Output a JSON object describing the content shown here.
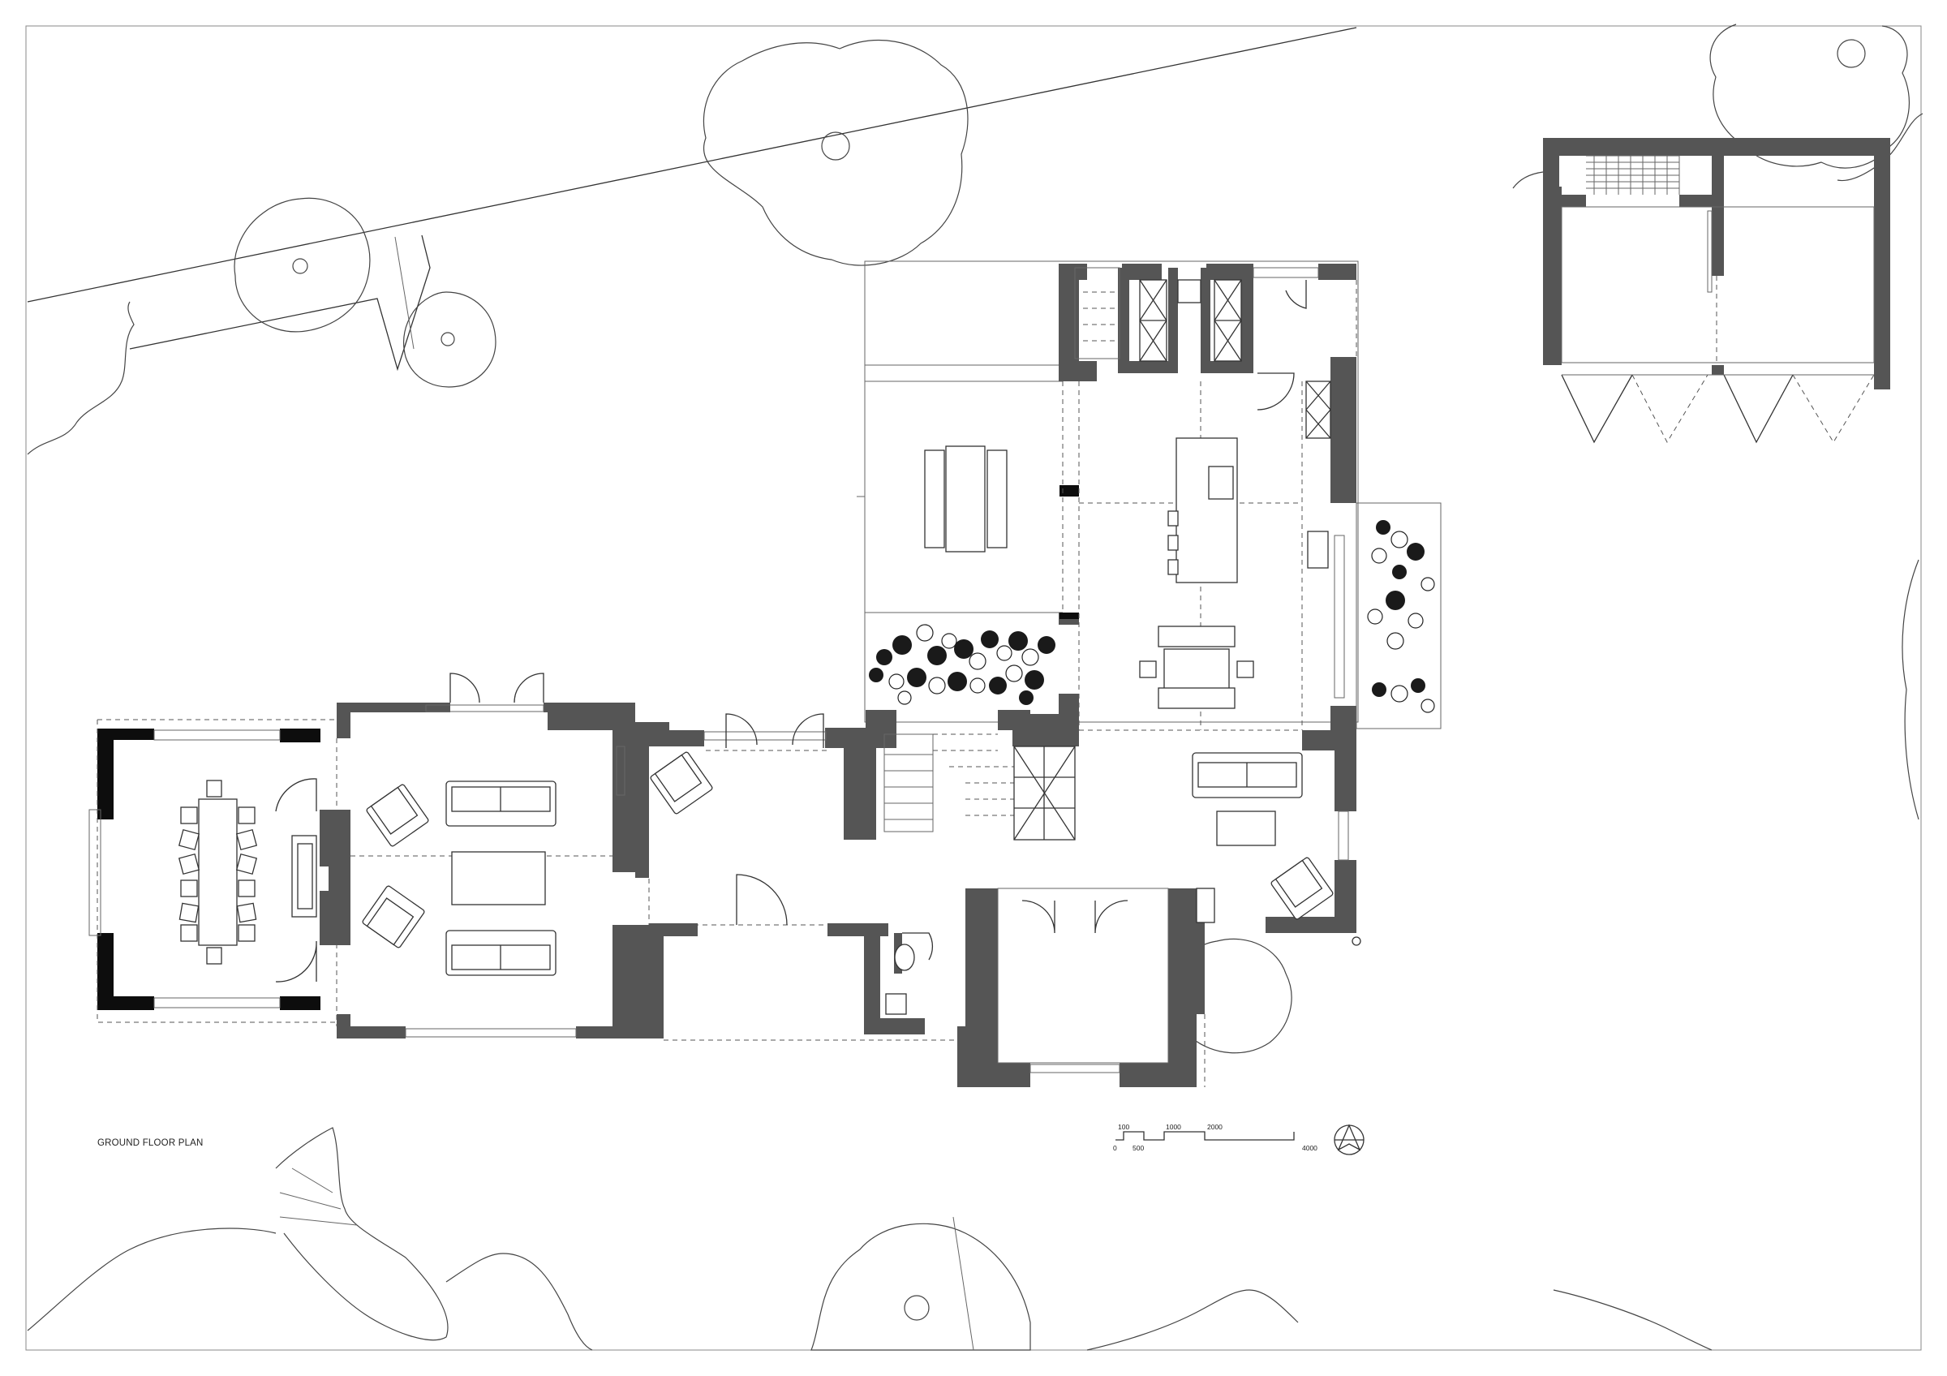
{
  "plan": {
    "title": "GROUND FLOOR PLAN"
  },
  "scale_bar": {
    "labels_top": [
      "100",
      "1000",
      "2000"
    ],
    "labels_bottom": [
      "0",
      "500",
      "4000"
    ]
  },
  "colors": {
    "wall": "#555555",
    "wall_black": "#0d0d0d",
    "line": "#333333",
    "background": "#ffffff"
  },
  "icons": [
    "north-arrow-icon",
    "tree-icon",
    "planting-icon"
  ]
}
